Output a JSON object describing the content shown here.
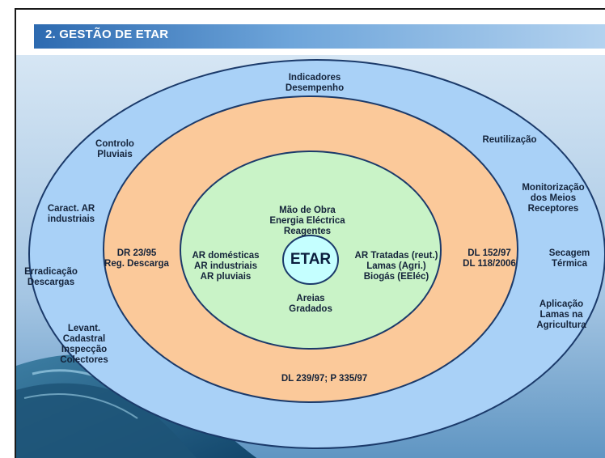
{
  "title": "2. GESTÃO DE ETAR",
  "colors": {
    "outer_ring": "#a9d1f7",
    "middle_ring": "#fbc99a",
    "inner_ring": "#c9f3c7",
    "core": "#c5ffff",
    "title_bar": "#2d6ab0",
    "background_wave": "#2e6c8f"
  },
  "core": {
    "label": "ETAR"
  },
  "outer_ring": {
    "top": "Indicadores\nDesempenho",
    "controlo": "Controlo\nPluviais",
    "caract": "Caract. AR\nindustriais",
    "erradicacao": "Erradicação\nDescargas",
    "levant": "Levant.\nCadastral\nInspecção\nColectores",
    "reutilizacao": "Reutilização",
    "monitorizacao": "Monitorização\ndos Meios\nReceptores",
    "secagem": "Secagem\nTérmica",
    "aplicacao": "Aplicação\nLamas na\nAgricultura"
  },
  "middle_ring": {
    "left": "DR 23/95\nReg. Descarga",
    "right": "DL 152/97\nDL 118/2006",
    "bottom": "DL 239/97; P 335/97"
  },
  "inner_ring": {
    "top": "Mão de Obra\nEnergia Eléctrica\nReagentes",
    "left": "AR domésticas\nAR industriais\nAR pluviais",
    "right": "AR Tratadas (reut.)\nLamas (Agri.)\nBiogás (EEléc)",
    "bottom": "Areias\nGradados"
  }
}
